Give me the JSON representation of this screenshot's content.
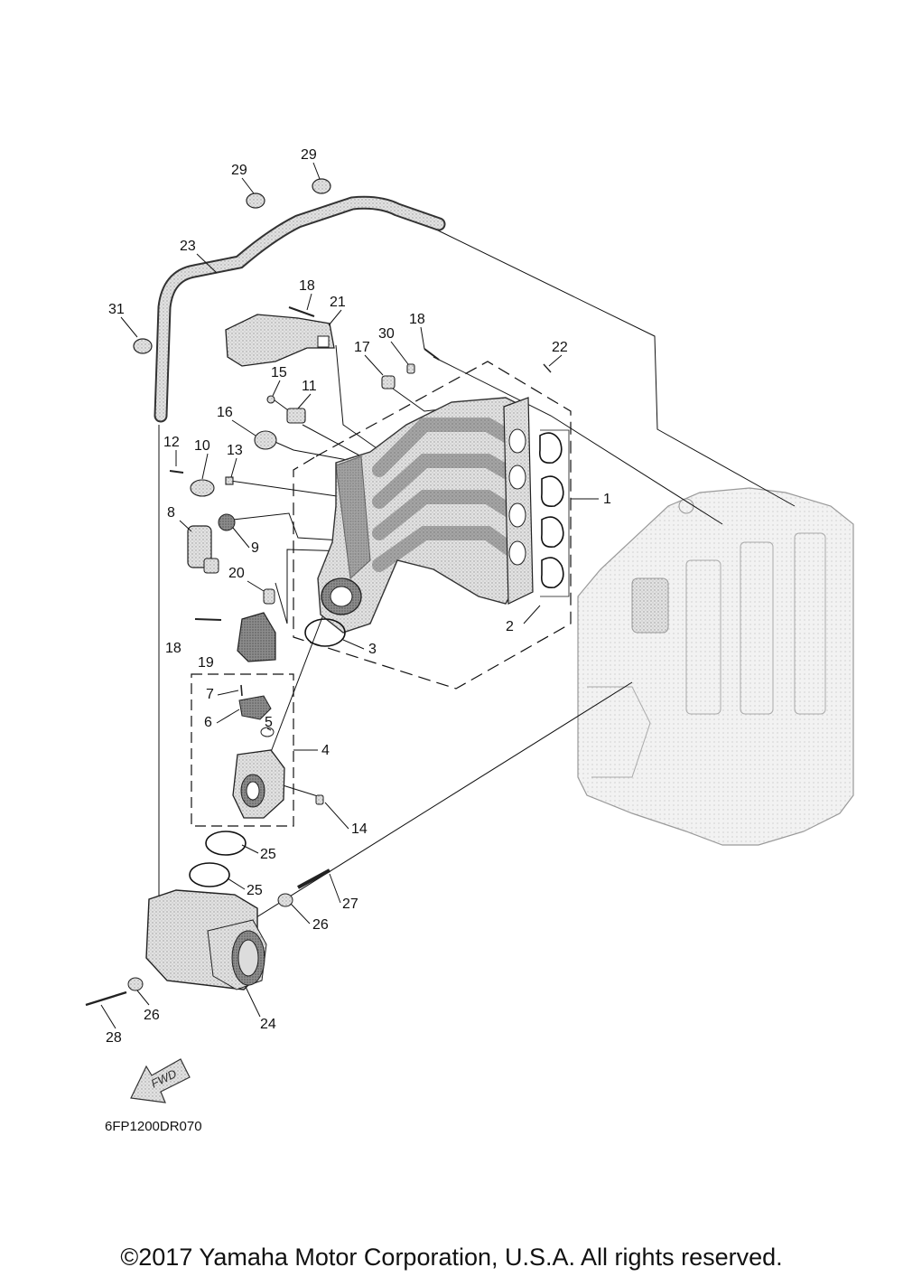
{
  "drawing_code": "6FP1200DR070",
  "copyright": "©2017 Yamaha Motor Corporation, U.S.A. All rights reserved.",
  "fwd_label": "FWD",
  "colors": {
    "ink": "#111111",
    "part_fill": "#d9d9d9",
    "engine_fill": "#ececec"
  },
  "callouts": [
    {
      "id": "c29a",
      "label": "29"
    },
    {
      "id": "c29b",
      "label": "29"
    },
    {
      "id": "c23",
      "label": "23"
    },
    {
      "id": "c31",
      "label": "31"
    },
    {
      "id": "c18a",
      "label": "18"
    },
    {
      "id": "c21",
      "label": "21"
    },
    {
      "id": "c18b",
      "label": "18"
    },
    {
      "id": "c30",
      "label": "30"
    },
    {
      "id": "c17",
      "label": "17"
    },
    {
      "id": "c22",
      "label": "22"
    },
    {
      "id": "c15",
      "label": "15"
    },
    {
      "id": "c11",
      "label": "11"
    },
    {
      "id": "c16",
      "label": "16"
    },
    {
      "id": "c12",
      "label": "12"
    },
    {
      "id": "c10",
      "label": "10"
    },
    {
      "id": "c13",
      "label": "13"
    },
    {
      "id": "c1",
      "label": "1"
    },
    {
      "id": "c8",
      "label": "8"
    },
    {
      "id": "c9",
      "label": "9"
    },
    {
      "id": "c20",
      "label": "20"
    },
    {
      "id": "c18c",
      "label": "18"
    },
    {
      "id": "c19",
      "label": "19"
    },
    {
      "id": "c3",
      "label": "3"
    },
    {
      "id": "c2",
      "label": "2"
    },
    {
      "id": "c7",
      "label": "7"
    },
    {
      "id": "c6",
      "label": "6"
    },
    {
      "id": "c5",
      "label": "5"
    },
    {
      "id": "c4",
      "label": "4"
    },
    {
      "id": "c14",
      "label": "14"
    },
    {
      "id": "c25a",
      "label": "25"
    },
    {
      "id": "c25b",
      "label": "25"
    },
    {
      "id": "c27",
      "label": "27"
    },
    {
      "id": "c26a",
      "label": "26"
    },
    {
      "id": "c26b",
      "label": "26"
    },
    {
      "id": "c24",
      "label": "24"
    },
    {
      "id": "c28",
      "label": "28"
    }
  ]
}
